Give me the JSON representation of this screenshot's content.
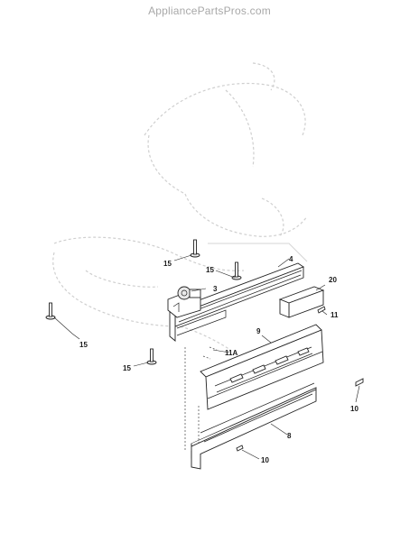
{
  "watermark": "AppliancePartsPros.com",
  "callouts": {
    "c3": "3",
    "c4": "4",
    "c8": "8",
    "c9": "9",
    "c10a": "10",
    "c10b": "10",
    "c11": "11",
    "c11a": "11A",
    "c15a": "15",
    "c15b": "15",
    "c15c": "15",
    "c15d": "15",
    "c20": "20"
  }
}
